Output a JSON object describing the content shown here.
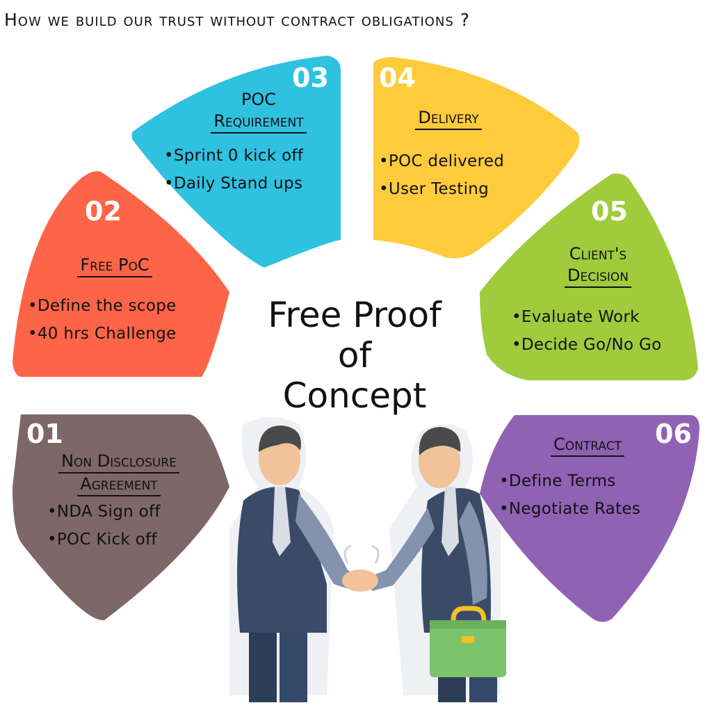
{
  "heading": "How we build our trust without contract obligations ?",
  "center": {
    "line1": "Free Proof",
    "line2": "of",
    "line3": "Concept"
  },
  "colors": {
    "step1": "#7e6767",
    "step2": "#fe6548",
    "step3": "#2fc1e0",
    "step4": "#fecb3b",
    "step5": "#9fcb3d",
    "step6": "#9062b4"
  },
  "steps": [
    {
      "number": "01",
      "title_line1": "Non Disclosure",
      "title_line2": "Agreement",
      "bullets": [
        "NDA Sign off",
        "POC Kick off"
      ]
    },
    {
      "number": "02",
      "title_line1": "Free PoC",
      "bullets": [
        "Define the scope",
        "40 hrs Challenge"
      ]
    },
    {
      "number": "03",
      "title_line1": "POC",
      "title_line2": "Requirement",
      "bullets": [
        "Sprint 0 kick off",
        "Daily Stand ups"
      ]
    },
    {
      "number": "04",
      "title_line1": "Delivery",
      "bullets": [
        "POC delivered",
        "User Testing"
      ]
    },
    {
      "number": "05",
      "title_line1": "Client's",
      "title_line2": "Decision",
      "bullets": [
        "Evaluate Work",
        "Decide Go/No Go"
      ]
    },
    {
      "number": "06",
      "title_line1": "Contract",
      "bullets": [
        "Define Terms",
        "Negotiate Rates"
      ]
    }
  ]
}
